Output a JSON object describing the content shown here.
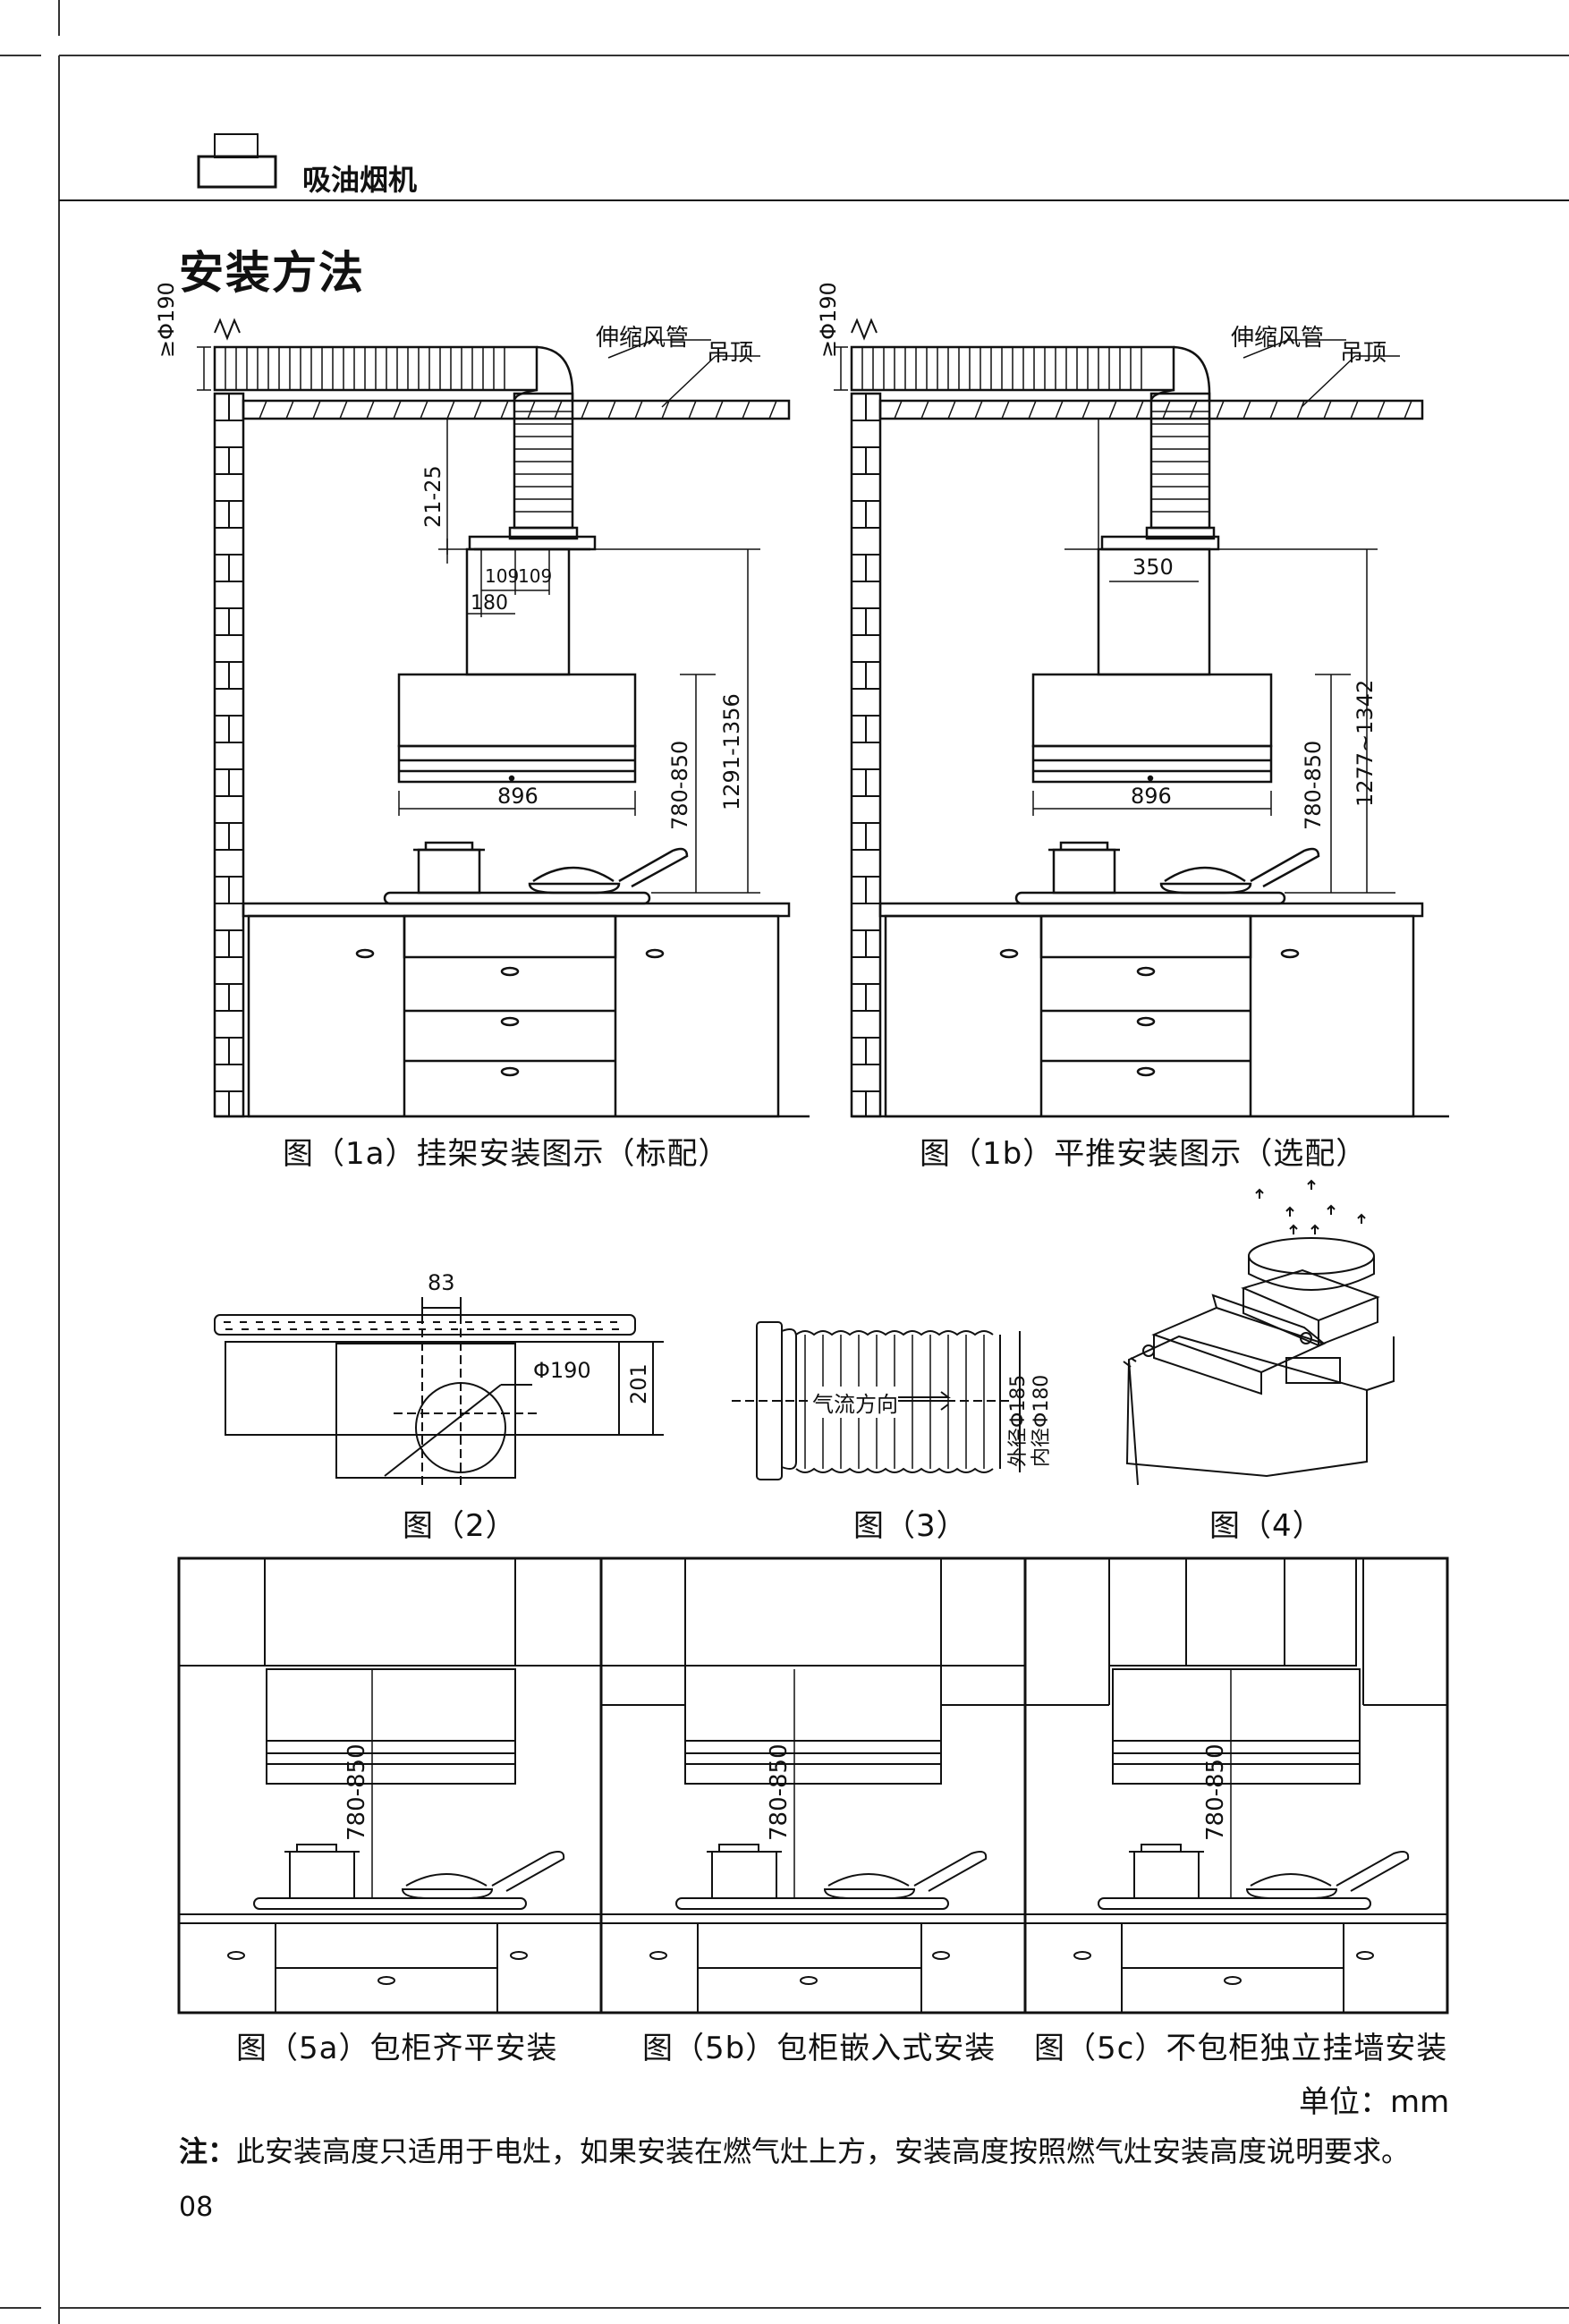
{
  "header": {
    "product": "吸油烟机"
  },
  "page_title": "安装方法",
  "fig1a": {
    "labels": {
      "duct": "伸缩风管",
      "ceiling": "吊顶"
    },
    "dims": {
      "clearance": "≥Φ190",
      "gap": "21-25",
      "d109a": "109",
      "d109b": "109",
      "d180": "180",
      "width": "896",
      "h1": "780-850",
      "h2": "1291-1356"
    },
    "caption": "图（1a）挂架安装图示（标配）"
  },
  "fig1b": {
    "labels": {
      "duct": "伸缩风管",
      "ceiling": "吊顶"
    },
    "dims": {
      "clearance": "≥Φ190",
      "d350": "350",
      "width": "896",
      "h1": "780-850",
      "h2": "1277~1342"
    },
    "caption": "图（1b）平推安装图示（选配）"
  },
  "fig2": {
    "dims": {
      "d83": "83",
      "dia": "Φ190",
      "d201": "201"
    },
    "caption": "图（2）"
  },
  "fig3": {
    "airflow": "气流方向",
    "outer": "外径Φ185",
    "inner": "内径Φ180",
    "caption": "图（3）"
  },
  "fig4": {
    "caption": "图（4）"
  },
  "fig5": {
    "height": "780-850",
    "captions": [
      "图（5a）包柜齐平安装",
      "图（5b）包柜嵌入式安装",
      "图（5c）不包柜独立挂墙安装"
    ]
  },
  "unit": "单位：mm",
  "note": {
    "label": "注：",
    "text": "此安装高度只适用于电灶，如果安装在燃气灶上方，安装高度按照燃气灶安装高度说明要求。"
  },
  "page_number": "08"
}
